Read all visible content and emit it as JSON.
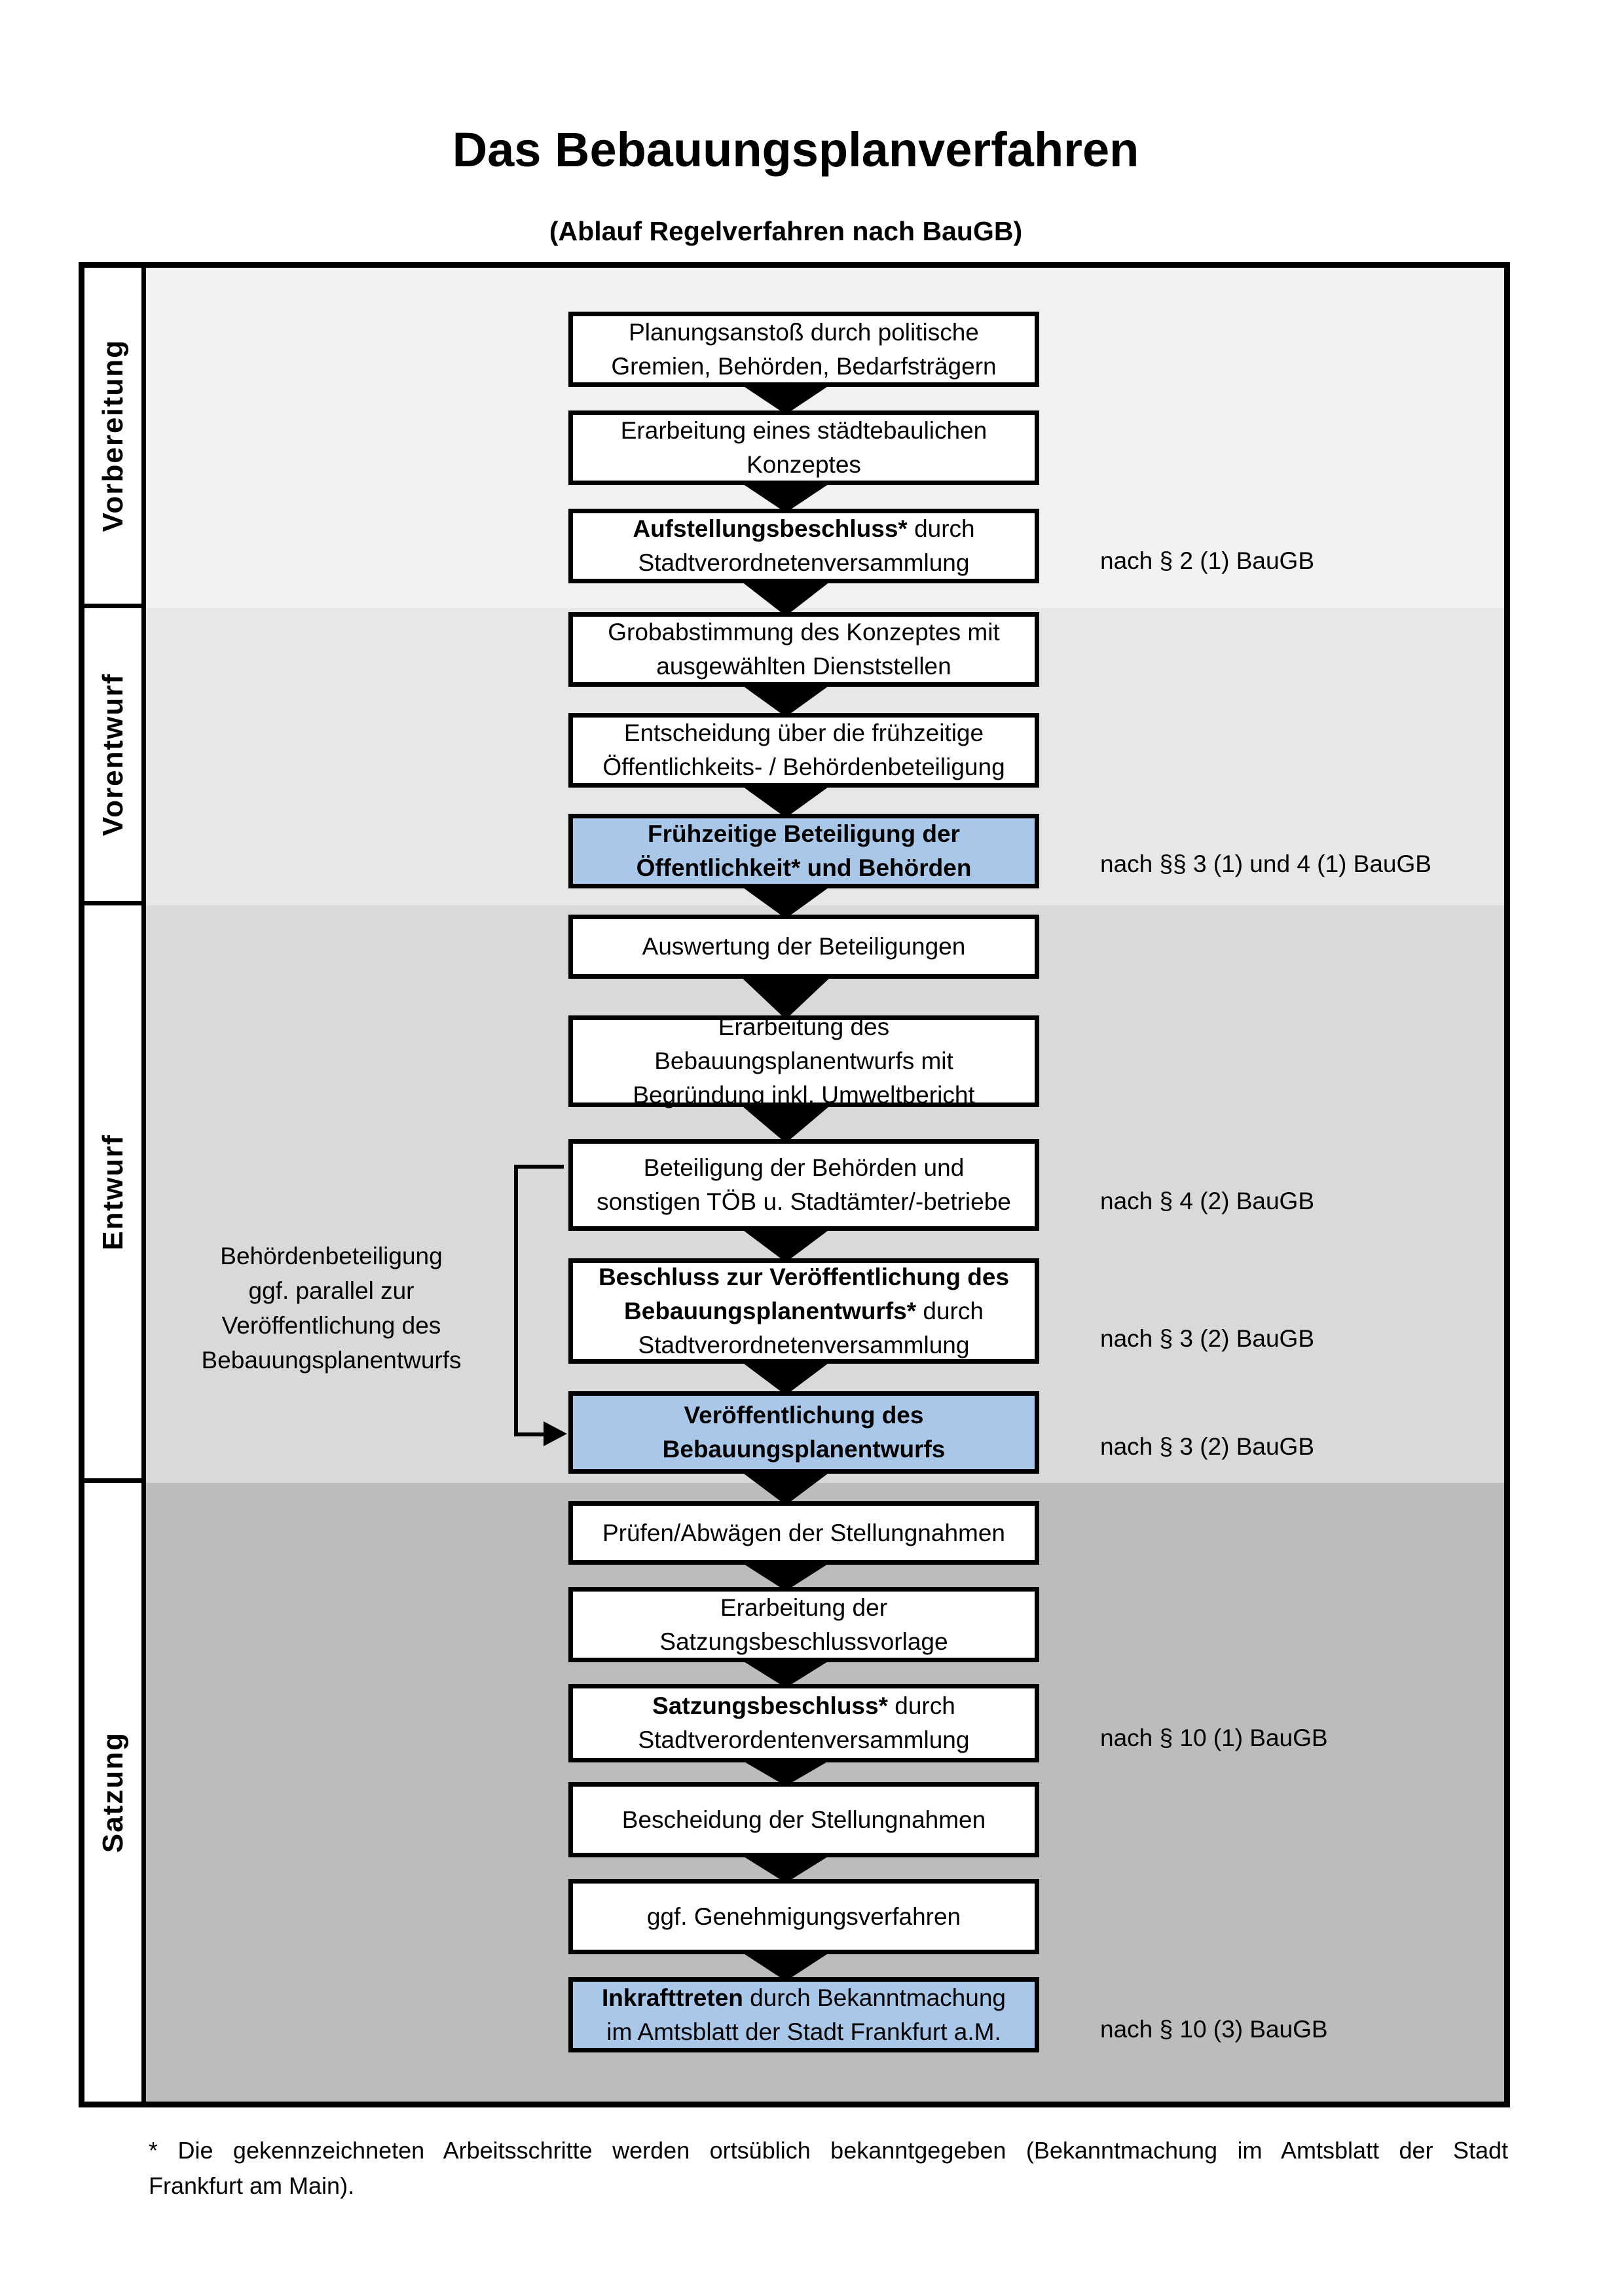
{
  "title": "Das Bebauungsplanverfahren",
  "subtitle": "(Ablauf Regelverfahren nach BauGB)",
  "phases": [
    {
      "id": "vorbereitung",
      "label": "Vorbereitung"
    },
    {
      "id": "vorentwurf",
      "label": "Vorentwurf"
    },
    {
      "id": "entwurf",
      "label": "Entwurf"
    },
    {
      "id": "satzung",
      "label": "Satzung"
    }
  ],
  "colors": {
    "band_vorbereitung": "#f2f2f1",
    "band_vorentwurf": "#e7e7e6",
    "band_entwurf": "#d9d9d8",
    "band_satzung": "#bcbcbb",
    "highlight_box": "#a9c7e8",
    "box_bg": "#ffffff",
    "line": "#000000"
  },
  "flow": {
    "boxes": [
      {
        "id": "planungsanstoss",
        "highlight": false,
        "lines": [
          [
            {
              "t": "Planungsanstoß durch politische"
            }
          ],
          [
            {
              "t": "Gremien, Behörden, Bedarfsträgern"
            }
          ]
        ]
      },
      {
        "id": "staedtebauliches-konzept",
        "highlight": false,
        "lines": [
          [
            {
              "t": "Erarbeitung eines städtebaulichen"
            }
          ],
          [
            {
              "t": "Konzeptes"
            }
          ]
        ]
      },
      {
        "id": "aufstellungsbeschluss",
        "highlight": false,
        "lines": [
          [
            {
              "t": "Aufstellungsbeschluss*",
              "b": 1
            },
            {
              "t": " durch"
            }
          ],
          [
            {
              "t": "Stadtverordnetenversammlung"
            }
          ]
        ],
        "ref": "nach § 2 (1) BauGB"
      },
      {
        "id": "grobabstimmung",
        "highlight": false,
        "lines": [
          [
            {
              "t": "Grobabstimmung des Konzeptes mit"
            }
          ],
          [
            {
              "t": "ausgewählten Dienststellen"
            }
          ]
        ]
      },
      {
        "id": "entscheidung-beteiligung",
        "highlight": false,
        "lines": [
          [
            {
              "t": "Entscheidung über die frühzeitige"
            }
          ],
          [
            {
              "t": "Öffentlichkeits- / Behördenbeteiligung"
            }
          ]
        ]
      },
      {
        "id": "fruehzeitige-beteiligung",
        "highlight": true,
        "lines": [
          [
            {
              "t": "Frühzeitige Beteiligung der",
              "b": 1
            }
          ],
          [
            {
              "t": "Öffentlichkeit* und Behörden",
              "b": 1
            }
          ]
        ],
        "ref": "nach §§ 3 (1) und 4 (1) BauGB"
      },
      {
        "id": "auswertung-beteiligungen",
        "highlight": false,
        "lines": [
          [
            {
              "t": "Auswertung der Beteiligungen"
            }
          ]
        ]
      },
      {
        "id": "erarbeitung-bebauungsplanentwurf",
        "highlight": false,
        "lines": [
          [
            {
              "t": "Erarbeitung des"
            }
          ],
          [
            {
              "t": "Bebauungsplanentwurfs mit"
            }
          ],
          [
            {
              "t": "Begründung inkl. Umweltbericht"
            }
          ]
        ]
      },
      {
        "id": "beteiligung-behoerden",
        "highlight": false,
        "lines": [
          [
            {
              "t": "Beteiligung der Behörden und"
            }
          ],
          [
            {
              "t": "sonstigen TÖB u. Stadtämter/-betriebe"
            }
          ]
        ],
        "ref": "nach § 4 (2) BauGB"
      },
      {
        "id": "beschluss-veroeffentlichung",
        "highlight": false,
        "lines": [
          [
            {
              "t": "Beschluss zur Veröffentlichung des",
              "b": 1
            }
          ],
          [
            {
              "t": "Bebauungsplanentwurfs*",
              "b": 1
            },
            {
              "t": " durch"
            }
          ],
          [
            {
              "t": "Stadtverordnetenversammlung"
            }
          ]
        ],
        "ref": "nach § 3 (2) BauGB"
      },
      {
        "id": "veroeffentlichung-entwurf",
        "highlight": true,
        "lines": [
          [
            {
              "t": "Veröffentlichung des",
              "b": 1
            }
          ],
          [
            {
              "t": "Bebauungsplanentwurfs",
              "b": 1
            }
          ]
        ],
        "ref": "nach § 3 (2) BauGB"
      },
      {
        "id": "pruefen-abwaegen",
        "highlight": false,
        "lines": [
          [
            {
              "t": "Prüfen/Abwägen der Stellungnahmen"
            }
          ]
        ]
      },
      {
        "id": "satzungsbeschlussvorlage",
        "highlight": false,
        "lines": [
          [
            {
              "t": "Erarbeitung der"
            }
          ],
          [
            {
              "t": "Satzungsbeschlussvorlage"
            }
          ]
        ]
      },
      {
        "id": "satzungsbeschluss",
        "highlight": false,
        "lines": [
          [
            {
              "t": "Satzungsbeschluss*",
              "b": 1
            },
            {
              "t": " durch"
            }
          ],
          [
            {
              "t": "Stadtverordentenversammlung"
            }
          ]
        ],
        "ref": "nach § 10 (1) BauGB"
      },
      {
        "id": "bescheidung-stellungnahmen",
        "highlight": false,
        "lines": [
          [
            {
              "t": "Bescheidung der Stellungnahmen"
            }
          ]
        ]
      },
      {
        "id": "genehmigungsverfahren",
        "highlight": false,
        "lines": [
          [
            {
              "t": "ggf. Genehmigungsverfahren"
            }
          ]
        ]
      },
      {
        "id": "inkrafttreten",
        "highlight": true,
        "lines": [
          [
            {
              "t": "Inkrafttreten",
              "b": 1
            },
            {
              "t": " durch Bekanntmachung"
            }
          ],
          [
            {
              "t": "im Amtsblatt der Stadt Frankfurt a.M."
            }
          ]
        ],
        "ref": "nach § 10 (3) BauGB"
      }
    ],
    "side_note": {
      "lines": [
        "Behördenbeteiligung",
        "ggf. parallel zur",
        "Veröffentlichung des",
        "Bebauungsplanentwurfs"
      ]
    }
  },
  "footnote": {
    "line1": "* Die gekennzeichneten Arbeitsschritte werden ortsüblich bekanntgegeben (Bekanntmachung im Amtsblatt der Stadt",
    "line2": "Frankfurt am Main)."
  }
}
